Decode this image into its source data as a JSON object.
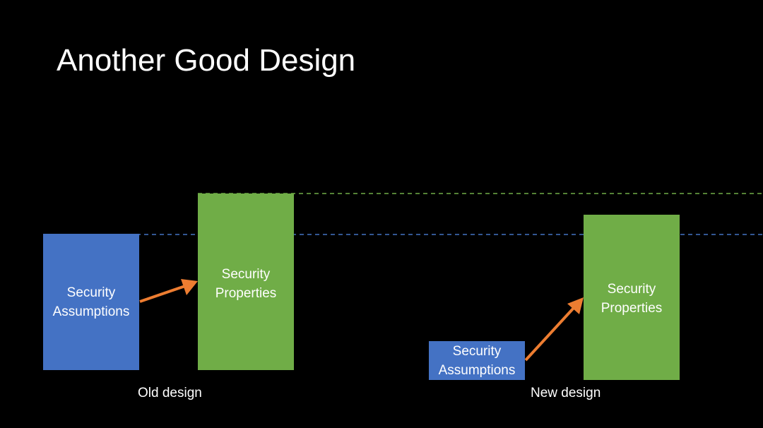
{
  "slide": {
    "title": "Another Good Design"
  },
  "old_design": {
    "assumptions_label": "Security\nAssumptions",
    "properties_label": "Security\nProperties",
    "caption": "Old design"
  },
  "new_design": {
    "assumptions_label": "Security\nAssumptions",
    "properties_label": "Security\nProperties",
    "caption": "New design"
  },
  "colors": {
    "background": "#000000",
    "assumptions_blue": "#4472c4",
    "properties_green": "#70ad47",
    "arrow_orange": "#ed7d31",
    "text": "#ffffff"
  }
}
